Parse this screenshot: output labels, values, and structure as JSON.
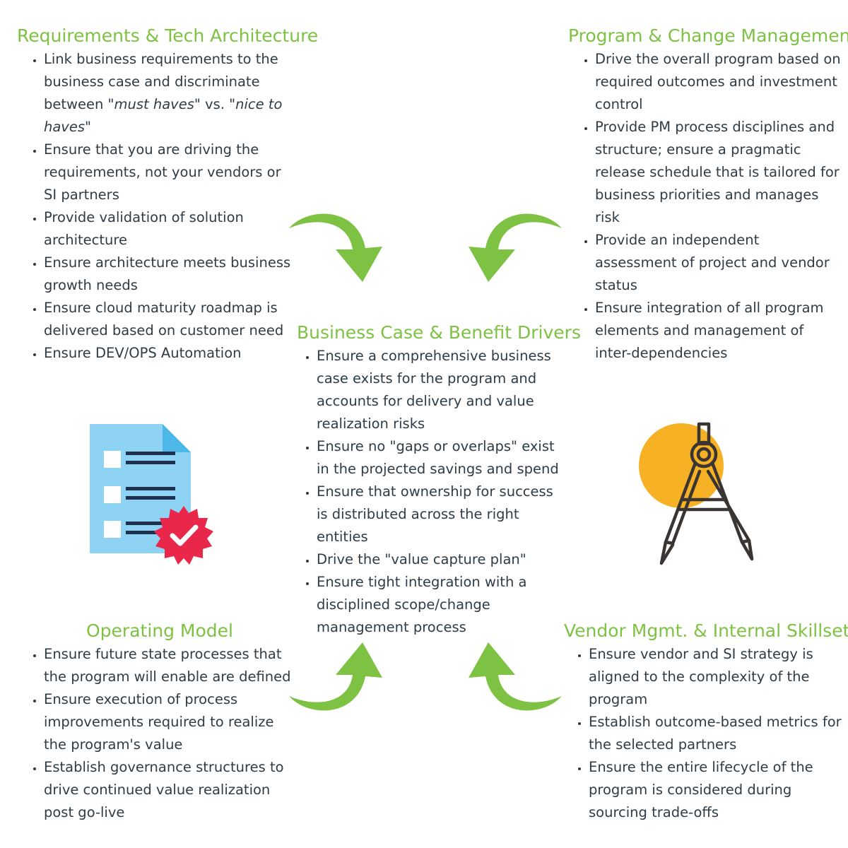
{
  "panels": {
    "requirements": {
      "title": "Requirements & Tech Architecture",
      "items": [
        "Link business requirements to the business case and discriminate between \"must haves\" vs. \"nice to haves\"",
        "Ensure that you are driving the requirements, not your vendors or SI partners",
        "Provide validation of solution architecture",
        "Ensure architecture meets business growth needs",
        "Ensure cloud maturity roadmap is delivered based on customer need",
        "Ensure DEV/OPS Automation"
      ]
    },
    "program": {
      "title": "Program & Change Management",
      "items": [
        "Drive the overall program based on required outcomes and investment control",
        "Provide PM process disciplines and structure; ensure a pragmatic release schedule that is tailored for business priorities and manages risk",
        "Provide an independent assessment of project and vendor status",
        "Ensure integration of all program elements and management of inter-dependencies"
      ]
    },
    "business": {
      "title": "Business Case & Benefit Drivers",
      "items": [
        "Ensure a comprehensive business case exists for the program and accounts for delivery and value realization risks",
        "Ensure no \"gaps or overlaps\" exist in the projected savings and spend",
        "Ensure that ownership for success is distributed across the right entities",
        "Drive the \"value capture plan\"",
        "Ensure tight integration with a disciplined scope/change management process"
      ]
    },
    "operating": {
      "title": "Operating Model",
      "items": [
        "Ensure future state processes that the program will enable are defined",
        "Ensure execution of process improvements required to realize the program's value",
        "Establish governance structures to drive continued value realization post go-live"
      ]
    },
    "vendor": {
      "title": "Vendor Mgmt. & Internal Skillsets",
      "items": [
        "Ensure vendor and SI strategy is aligned to the complexity of the program",
        "Establish outcome-based metrics for the selected partners",
        "Ensure the entire lifecycle of the program is considered during sourcing trade-offs"
      ]
    }
  },
  "colors": {
    "heading": "#7dc242",
    "text": "#2f3b45",
    "arrow": "#7dc242",
    "document": "#8fd3f4",
    "document_fold": "#4db8e8",
    "badge": "#e8274a",
    "compass": "#3a3533",
    "compass_circle": "#f6b125"
  },
  "icons": [
    "checklist-document-icon",
    "approval-badge-icon",
    "drafting-compass-icon",
    "curved-arrow-icon"
  ]
}
